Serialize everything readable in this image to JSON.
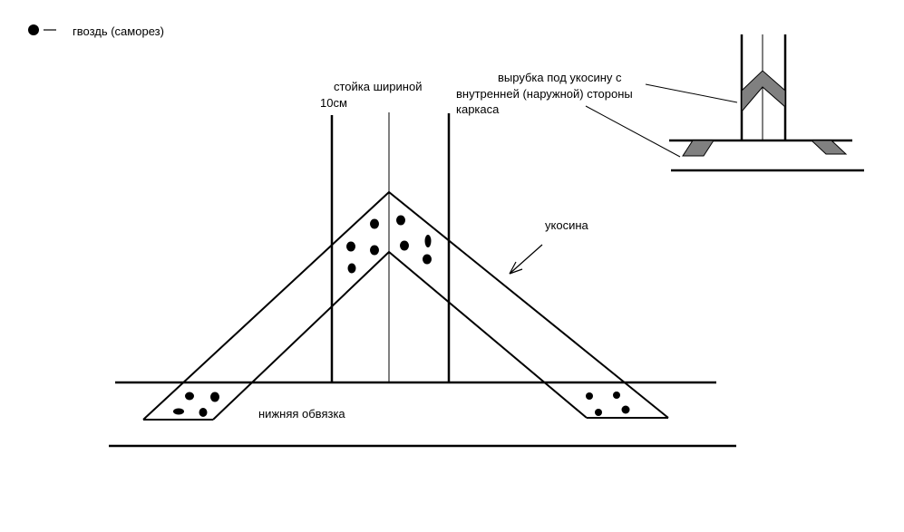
{
  "legend": {
    "icon": "nail-dot-icon",
    "label": "гвоздь (саморез)"
  },
  "labels": {
    "stud_line1": "стойка шириной",
    "stud_line2": "10см",
    "brace": "укосина",
    "bottom_plate": "нижняя обвязка",
    "notch_line1": "вырубка под укосину с",
    "notch_line2": "внутренней (наружной) стороны",
    "notch_line3": "каркаса"
  },
  "colors": {
    "line": "#000000",
    "notch_fill": "#808080",
    "background": "#ffffff"
  }
}
